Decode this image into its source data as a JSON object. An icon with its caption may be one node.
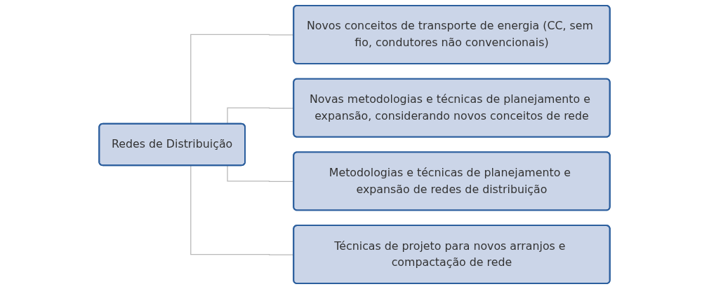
{
  "diagram": {
    "nodes": [
      {
        "text": [
          "Redes de Distribuição"
        ]
      },
      {
        "text": [
          "Novos conceitos de transporte de energia (CC, sem fio, condutores não convencionais)"
        ]
      },
      {
        "text": [
          "Novas metodologias e técnicas de planejamento e expansão, considerando novos conceitos de rede"
        ]
      },
      {
        "text": [
          "Metodologias e técnicas de planejamento e expansão de redes de distribuição"
        ]
      },
      {
        "text": [
          "Técnicas de projeto para novos arranjos e compactação de rede"
        ]
      }
    ],
    "edges": [
      {
        "from": 0,
        "to": 1,
        "arrow": "none"
      },
      {
        "from": 0,
        "to": 2,
        "arrow": "none"
      },
      {
        "from": 0,
        "to": 3,
        "arrow": "none"
      },
      {
        "from": 0,
        "to": 4,
        "arrow": "none"
      }
    ]
  }
}
